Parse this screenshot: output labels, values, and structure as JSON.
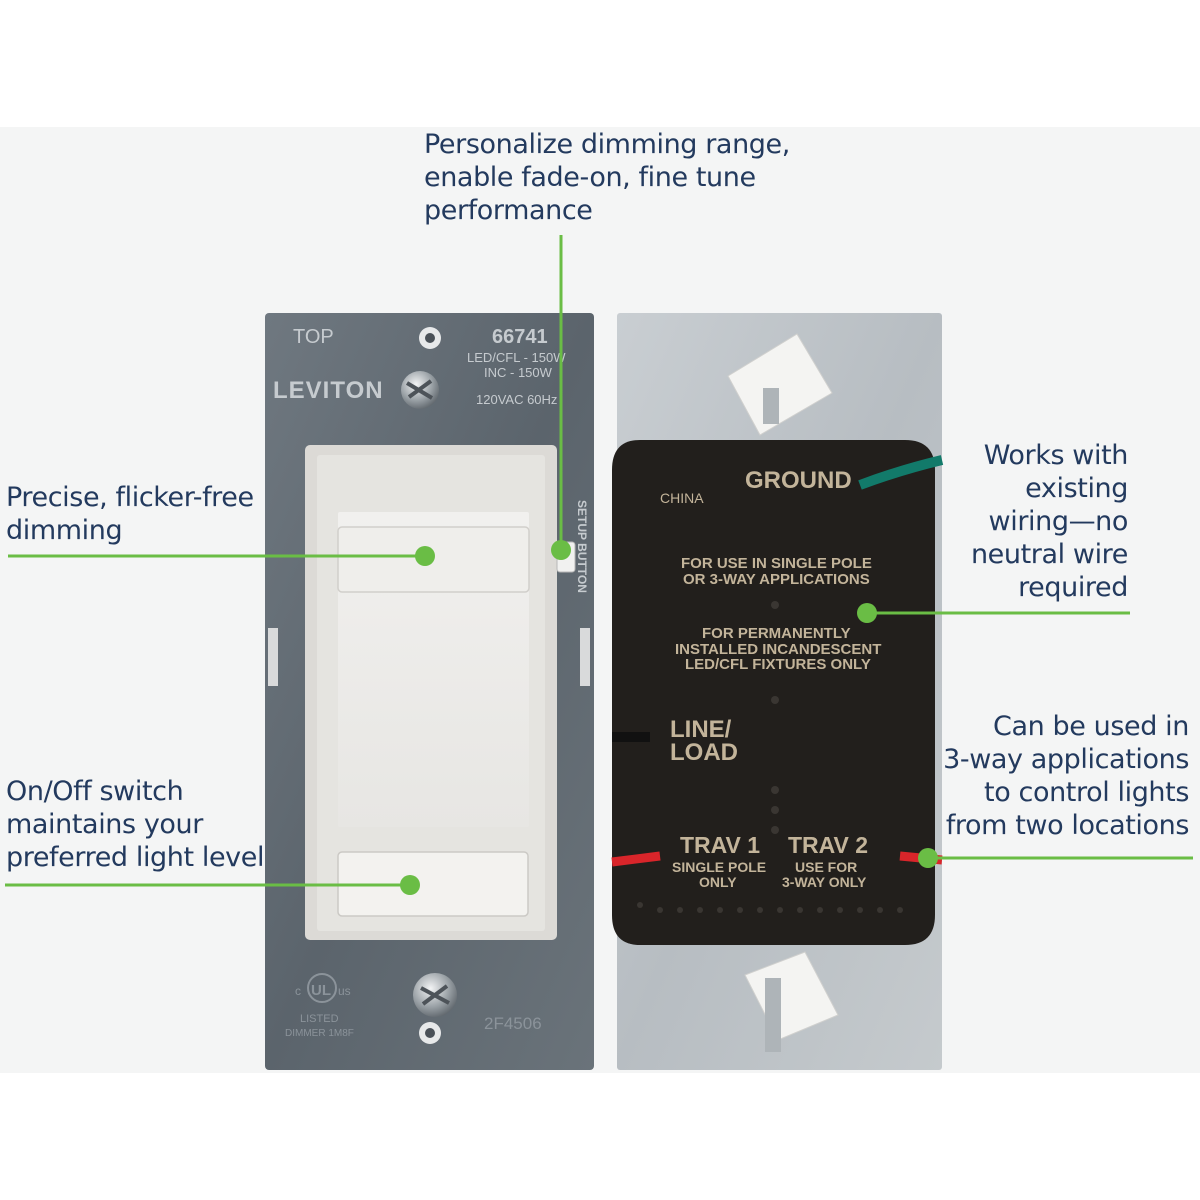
{
  "callouts": {
    "setup": [
      "Personalize dimming range,",
      "enable fade-on, fine tune",
      "performance"
    ],
    "dimming": [
      "Precise, flicker-free",
      "dimming"
    ],
    "onoff": [
      "On/Off switch",
      "maintains your",
      "preferred light level"
    ],
    "wiring": [
      "Works with",
      "existing",
      "wiring—no",
      "neutral wire",
      "required"
    ],
    "threeway": [
      "Can be used in",
      "3-way applications",
      "to control lights",
      "from two locations"
    ]
  },
  "front": {
    "top": "TOP",
    "model": "66741",
    "rating1": "LED/CFL - 150W",
    "rating2": "INC - 150W",
    "voltage": "120VAC 60Hz",
    "brand": "LEVITON",
    "setup_button": "SETUP BUTTON",
    "ul_listed": "LISTED",
    "ul_dimmer": "DIMMER 1M8F",
    "ul_c": "c",
    "ul_us": "us",
    "ul_mark": "UL",
    "code": "2F4506"
  },
  "back": {
    "ground": "GROUND",
    "china": "CHINA",
    "use1": "FOR USE IN SINGLE POLE",
    "use2": "OR 3-WAY APPLICATIONS",
    "perm1": "FOR PERMANENTLY",
    "perm2": "INSTALLED INCANDESCENT",
    "perm3": "LED/CFL FIXTURES ONLY",
    "line": "LINE/",
    "load": "LOAD",
    "trav1": "TRAV 1",
    "trav1_sub1": "SINGLE POLE",
    "trav1_sub2": "ONLY",
    "trav2": "TRAV 2",
    "trav2_sub1": "USE FOR",
    "trav2_sub2": "3-WAY ONLY"
  },
  "colors": {
    "accent_green": "#6abd45",
    "text_navy": "#233a5e",
    "wire_green": "#127a6a",
    "wire_red": "#d9252a"
  }
}
